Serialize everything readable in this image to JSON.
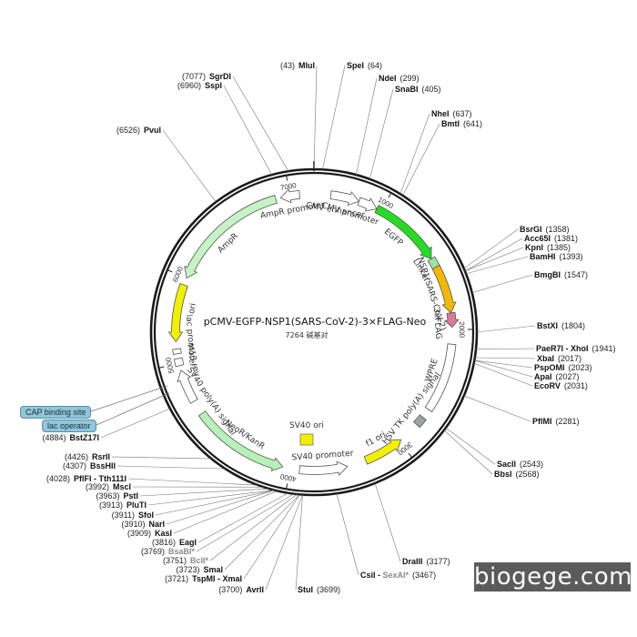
{
  "plasmid": {
    "name": "pCMV-EGFP-NSP1(SARS-CoV-2)-3×FLAG-Neo",
    "size_label": "7264 碱基对"
  },
  "ticks": [
    {
      "label": "1000",
      "angle": 29
    },
    {
      "label": "2000",
      "angle": 89
    },
    {
      "label": "3000",
      "angle": 142
    },
    {
      "label": "4000",
      "angle": 190
    },
    {
      "label": "5000",
      "angle": 257
    },
    {
      "label": "6000",
      "angle": 293
    },
    {
      "label": "7000",
      "angle": 350
    }
  ],
  "features": [
    {
      "name": "CMV enhancer",
      "start": 7,
      "end": 19,
      "color": "#ffffff",
      "arrow": true,
      "label_angle": 10
    },
    {
      "name": "CMV promoter",
      "start": 19,
      "end": 27,
      "color": "#ffffff",
      "arrow": true,
      "label_angle": 17
    },
    {
      "name": "EGFP",
      "start": 27,
      "end": 58,
      "color": "#22dd22",
      "arrow": true,
      "label_angle": 40
    },
    {
      "name": "Linker",
      "start": 58,
      "end": 62,
      "color": "#9ee09e",
      "arrow": false,
      "label_angle": 60
    },
    {
      "name": "NSP1(SARS-CoV-2)",
      "start": 62,
      "end": 82,
      "color": "#f5b800",
      "arrow": true,
      "label_angle": 72
    },
    {
      "name": "3xFLAG",
      "start": 82,
      "end": 88,
      "color": "#d87aa2",
      "arrow": true,
      "label_angle": 86
    },
    {
      "name": "WPRE",
      "start": 95,
      "end": 124,
      "color": "#ffffff",
      "arrow": false,
      "label_angle": 108
    },
    {
      "name": "HSV TK poly(A) signal",
      "start": 128,
      "end": 132,
      "color": "#9aa4ad",
      "arrow": false,
      "label_angle": 128
    },
    {
      "name": "f1 ori",
      "start": 158,
      "end": 141,
      "color": "#f2ef00",
      "arrow": true,
      "label_angle": 150
    },
    {
      "name": "SV40 promoter",
      "start": 186,
      "end": 166,
      "color": "#ffffff",
      "arrow": true,
      "label_angle": 176
    },
    {
      "name": "NeoR/KanR",
      "start": 234,
      "end": 193,
      "color": "#b8f0b8",
      "arrow": true,
      "label_angle": 214
    },
    {
      "name": "SV40 poly(A) signal",
      "start": 240,
      "end": 254,
      "color": "#ffffff",
      "arrow": true,
      "label_angle": 236
    },
    {
      "name": "M13 rev",
      "start": 256,
      "end": 259,
      "color": "#ffffff",
      "arrow": false,
      "label_angle": 257
    },
    {
      "name": "lac promoter",
      "start": 261,
      "end": 263,
      "color": "#ffffff",
      "arrow": false,
      "label_angle": 266
    },
    {
      "name": "ori",
      "start": 290,
      "end": 266,
      "color": "#f2ef00",
      "arrow": true,
      "label_angle": 281
    },
    {
      "name": "AmpR",
      "start": 344,
      "end": 293,
      "color": "#c6f3c6",
      "arrow": true,
      "label_angle": 316
    },
    {
      "name": "AmpR promoter",
      "start": 354,
      "end": 346,
      "color": "#ffffff",
      "arrow": true,
      "label_angle": 350
    }
  ],
  "sv40_ori": {
    "name": "SV40 ori"
  },
  "sites": [
    {
      "name": "MluI",
      "pos": "(43)",
      "order": "num-first",
      "gray": false
    },
    {
      "name": "SpeI",
      "pos": "(64)",
      "order": "name-first",
      "gray": false
    },
    {
      "name": "NdeI",
      "pos": "(299)",
      "order": "name-first",
      "gray": false
    },
    {
      "name": "SnaBI",
      "pos": "(405)",
      "order": "name-first",
      "gray": false
    },
    {
      "name": "NheI",
      "pos": "(637)",
      "order": "name-first",
      "gray": false
    },
    {
      "name": "BmtI",
      "pos": "(641)",
      "order": "name-first",
      "gray": false
    },
    {
      "name": "BsrGI",
      "pos": "(1358)",
      "order": "name-first",
      "gray": false
    },
    {
      "name": "Acc65I",
      "pos": "(1381)",
      "order": "name-first",
      "gray": false
    },
    {
      "name": "KpnI",
      "pos": "(1385)",
      "order": "name-first",
      "gray": false
    },
    {
      "name": "BamHI",
      "pos": "(1393)",
      "order": "name-first",
      "gray": false
    },
    {
      "name": "BmgBI",
      "pos": "(1547)",
      "order": "name-first",
      "gray": false
    },
    {
      "name": "BstXI",
      "pos": "(1804)",
      "order": "name-first",
      "gray": false
    },
    {
      "name": "PaeR7I - XhoI",
      "pos": "(1941)",
      "order": "name-first",
      "gray": false
    },
    {
      "name": "XbaI",
      "pos": "(2017)",
      "order": "name-first",
      "gray": false
    },
    {
      "name": "PspOMI",
      "pos": "(2023)",
      "order": "name-first",
      "gray": false
    },
    {
      "name": "ApaI",
      "pos": "(2027)",
      "order": "name-first",
      "gray": false
    },
    {
      "name": "EcoRV",
      "pos": "(2031)",
      "order": "name-first",
      "gray": false
    },
    {
      "name": "PflMI",
      "pos": "(2281)",
      "order": "name-first",
      "gray": false
    },
    {
      "name": "SacII",
      "pos": "(2543)",
      "order": "name-first",
      "gray": false
    },
    {
      "name": "BbsI",
      "pos": "(2568)",
      "order": "name-first",
      "gray": false
    },
    {
      "name": "DraIII",
      "pos": "(3177)",
      "order": "name-first",
      "gray": false
    },
    {
      "name": "CsiI - ",
      "pos": "(3467)",
      "order": "name-first",
      "gray": false,
      "extra": "SexAI*"
    },
    {
      "name": "StuI",
      "pos": "(3699)",
      "order": "name-first",
      "gray": false
    },
    {
      "name": "AvrII",
      "pos": "(3700)",
      "order": "num-first",
      "gray": false
    },
    {
      "name": "TspMI - XmaI",
      "pos": "(3721)",
      "order": "num-first",
      "gray": false
    },
    {
      "name": "SmaI",
      "pos": "(3723)",
      "order": "num-first",
      "gray": false
    },
    {
      "name": "BclI*",
      "pos": "(3751)",
      "order": "num-first",
      "gray": true
    },
    {
      "name": "BsaBI*",
      "pos": "(3769)",
      "order": "num-first",
      "gray": true
    },
    {
      "name": "EagI",
      "pos": "(3816)",
      "order": "num-first",
      "gray": false
    },
    {
      "name": "KasI",
      "pos": "(3909)",
      "order": "num-first",
      "gray": false
    },
    {
      "name": "NarI",
      "pos": "(3910)",
      "order": "num-first",
      "gray": false
    },
    {
      "name": "SfoI",
      "pos": "(3911)",
      "order": "num-first",
      "gray": false
    },
    {
      "name": "PluTI",
      "pos": "(3913)",
      "order": "num-first",
      "gray": false
    },
    {
      "name": "PstI",
      "pos": "(3963)",
      "order": "num-first",
      "gray": false
    },
    {
      "name": "MscI",
      "pos": "(3992)",
      "order": "num-first",
      "gray": false
    },
    {
      "name": "PflFI - Tth111I",
      "pos": "(4028)",
      "order": "num-first",
      "gray": false
    },
    {
      "name": "BssHII",
      "pos": "(4307)",
      "order": "num-first",
      "gray": false
    },
    {
      "name": "RsrII",
      "pos": "(4426)",
      "order": "num-first",
      "gray": false
    },
    {
      "name": "BstZ17I",
      "pos": "(4884)",
      "order": "num-first",
      "gray": false
    },
    {
      "name": "PvuI",
      "pos": "(6526)",
      "order": "num-first",
      "gray": false
    },
    {
      "name": "SspI",
      "pos": "(6960)",
      "order": "num-first",
      "gray": false
    },
    {
      "name": "SgrDI",
      "pos": "(7077)",
      "order": "num-first",
      "gray": false
    }
  ],
  "badges": [
    {
      "label": "CAP binding site"
    },
    {
      "label": "lac operator"
    }
  ],
  "watermark": "biogege.com",
  "colors": {
    "backbone": "#1a1a1a",
    "leader_line": "#777777",
    "badge_fill": "#8fc6d9"
  }
}
